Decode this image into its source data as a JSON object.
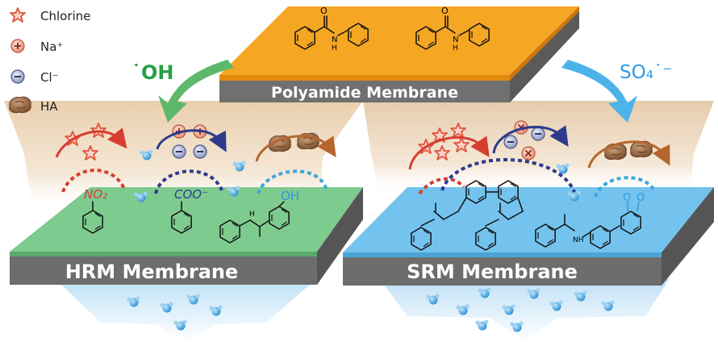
{
  "legend": {
    "items": [
      {
        "label": "Chlorine",
        "icon": "chlorine-star-icon"
      },
      {
        "label": "Na⁺",
        "icon": "sodium-plus-icon"
      },
      {
        "label": "Cl⁻",
        "icon": "chloride-minus-icon"
      },
      {
        "label": "HA",
        "icon": "humic-acid-blob-icon"
      }
    ]
  },
  "radicals": {
    "hydroxyl": "˙OH",
    "sulfate": "SO₄˙⁻"
  },
  "membranes": {
    "top": "Polyamide Membrane",
    "left": "HRM Membrane",
    "right": "SRM Membrane"
  },
  "groups": {
    "nitro": "NO₂",
    "carboxyl": "COO⁻",
    "hydroxyl": "OH",
    "carbonyl_o1": "O",
    "carbonyl_o2": "O",
    "amide_n_top1": "N",
    "amide_n_top2": "N",
    "amide_h_top1": "H",
    "amide_h_top2": "H",
    "amide_o_top1": "O",
    "amide_o_top2": "O",
    "nh_left": "H",
    "nh_right": "NH"
  },
  "colors": {
    "polyamide_surface": "#F5A623",
    "polyamide_side": "#707070",
    "hrm_surface": "#7ECB8F",
    "srm_surface": "#74C3EE",
    "membrane_side": "#6d6d6d",
    "oh_arrow": "#5DB86B",
    "so4_arrow": "#4BB3E8",
    "oh_text": "#27A046",
    "so4_text": "#2E9BE0",
    "chlorine": "#E0533A",
    "cation": "#F08A70",
    "anion": "#8E9BC4",
    "humic": "#A0704A",
    "red_arc": "#D63E30",
    "blue_arc": "#2E3A8C",
    "brown_arc": "#B5662E",
    "cyan_arc": "#3BA7DB",
    "water": "#3E9ED6"
  }
}
